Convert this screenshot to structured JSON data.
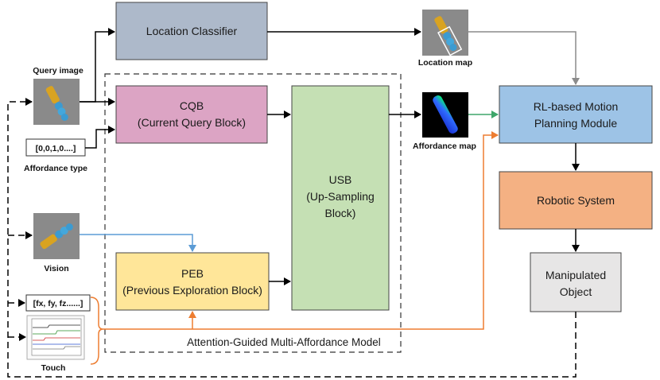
{
  "blocks": {
    "location_classifier": "Location Classifier",
    "cqb_line1": "CQB",
    "cqb_line2": "(Current Query Block)",
    "usb_line1": "USB",
    "usb_line2": "(Up-Sampling",
    "usb_line3": "Block)",
    "peb_line1": "PEB",
    "peb_line2": "(Previous Exploration Block)",
    "rl_line1": "RL-based Motion",
    "rl_line2": "Planning Module",
    "robotic_system": "Robotic System",
    "manip_line1": "Manipulated",
    "manip_line2": "Object"
  },
  "labels": {
    "query_image": "Query image",
    "location_map": "Location map",
    "affordance_map": "Affordance map",
    "affordance_type": "Affordance type",
    "affordance_vector": "[0,0,1,0....]",
    "vision": "Vision",
    "force_vector": "[fx, fy, fz......]",
    "touch": "Touch",
    "model_name": "Attention-Guided Multi-Affordance Model"
  },
  "colors": {
    "location_classifier": "#adb9ca",
    "cqb": "#dca4c4",
    "usb": "#c5e0b4",
    "peb": "#ffe699",
    "rl": "#9dc3e6",
    "robotic": "#f4b183",
    "manipulated": "#e7e6e6",
    "blue_arrow": "#5b9bd5",
    "green_arrow": "#3fa66a",
    "orange_arrow": "#ed7d31",
    "gray_arrow": "#8c8c8c"
  }
}
